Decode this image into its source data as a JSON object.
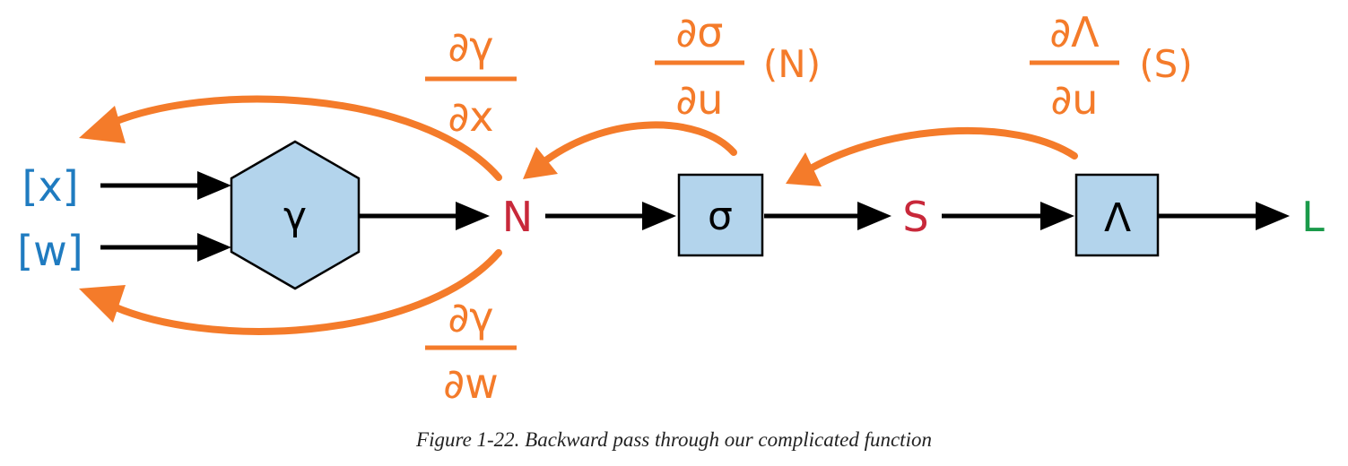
{
  "colors": {
    "gradient": "#F47B2A",
    "input": "#1F7BC0",
    "intermediate": "#C8283A",
    "output": "#1A9A4A",
    "node_fill": "#B3D4EC",
    "stroke": "#000000"
  },
  "inputs": {
    "x": "[x]",
    "w": "[w]"
  },
  "nodes": {
    "gamma": "γ",
    "sigma": "σ",
    "lambda": "Λ"
  },
  "values": {
    "n": "N",
    "s": "S",
    "l": "L"
  },
  "gradients": {
    "dgamma_dx": {
      "num": "∂γ",
      "den": "∂x"
    },
    "dgamma_dw": {
      "num": "∂γ",
      "den": "∂w"
    },
    "dsigma_du": {
      "num": "∂σ",
      "den": "∂u",
      "arg": "(N)"
    },
    "dlambda_du": {
      "num": "∂Λ",
      "den": "∂u",
      "arg": "(S)"
    }
  },
  "caption": "Figure 1-22. Backward pass through our complicated function"
}
